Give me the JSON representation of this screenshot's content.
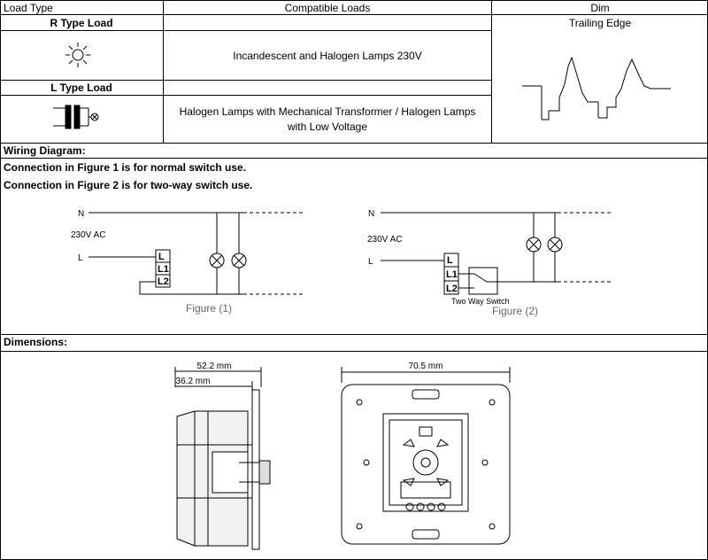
{
  "table": {
    "header": {
      "load_type": "Load Type",
      "compatible_loads": "Compatible Loads",
      "dim": "Dim"
    },
    "r_type": {
      "label": "R Type Load",
      "compatible": "Incandescent and Halogen Lamps 230V"
    },
    "l_type": {
      "label": "L Type Load",
      "compatible_line1": "Halogen Lamps with Mechanical Transformer / Halogen Lamps",
      "compatible_line2": "with Low Voltage"
    },
    "dim_value": "Trailing Edge"
  },
  "wiring": {
    "title": "Wiring Diagram:",
    "note1": "Connection in Figure 1 is for normal switch use.",
    "note2": "Connection in Figure 2 is for two-way switch use.",
    "fig1": {
      "n": "N",
      "voltage": "230V AC",
      "l": "L",
      "t_l": "L",
      "t_l1": "L1",
      "t_l2": "L2",
      "caption": "Figure (1)"
    },
    "fig2": {
      "n": "N",
      "voltage": "230V AC",
      "l": "L",
      "t_l": "L",
      "t_l1": "L1",
      "t_l2": "L2",
      "switch_label": "Two Way Switch",
      "caption": "Figure (2)"
    }
  },
  "dimensions": {
    "title": "Dimensions:",
    "side_total": "52.2 mm",
    "side_body": "36.2 mm",
    "front_width": "70.5 mm"
  }
}
